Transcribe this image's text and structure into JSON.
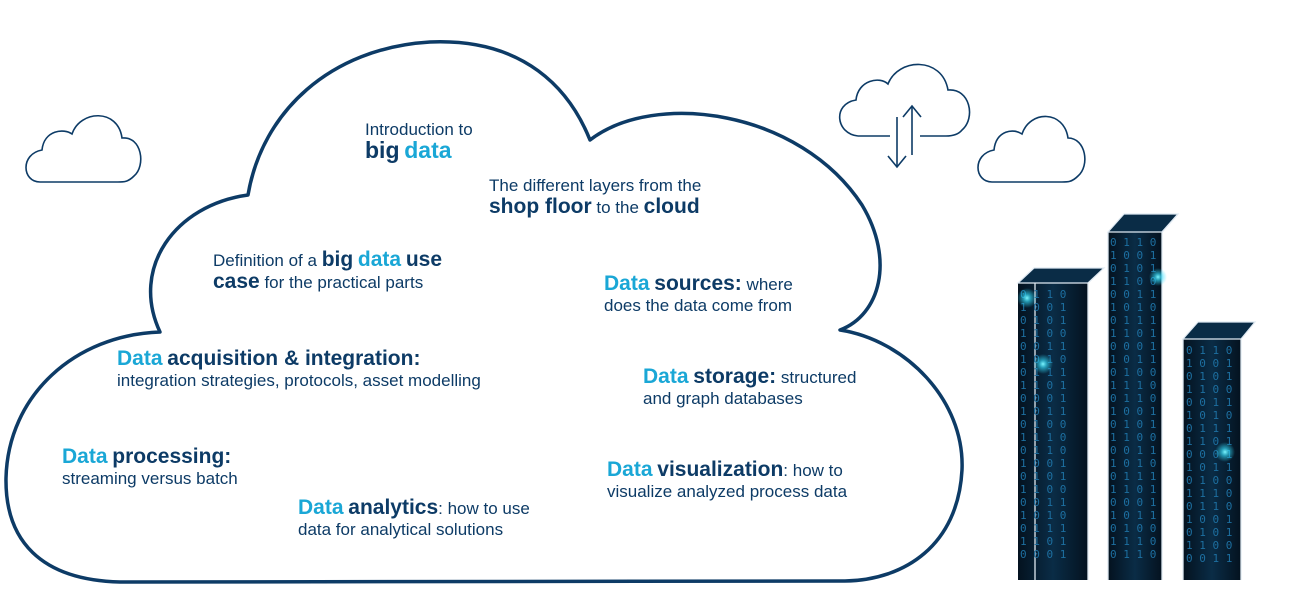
{
  "colors": {
    "outline": "#0d3b66",
    "dark_text": "#0d3b66",
    "light_accent": "#1aa7d6",
    "tower_bg": "#061d2e",
    "binary": "#1d6fa0",
    "glow": "#33e0ff"
  },
  "icons": [
    "cloud-icon",
    "cloud-upload-download-icon",
    "data-tower-icon"
  ],
  "items": {
    "intro": {
      "line1": "Introduction to",
      "bold_dark": "big",
      "bold_light": "data"
    },
    "layers": {
      "line1": "The different layers from the",
      "bold1": "shop floor",
      "mid": "to the",
      "bold2": "cloud"
    },
    "definition": {
      "pre": "Definition of a",
      "b1": "big",
      "b2": "data",
      "b3": "use",
      "b4": "case",
      "post": "for the practical parts"
    },
    "sources": {
      "light": "Data",
      "dark": "sources:",
      "rest1": "where",
      "rest2": "does the data come from"
    },
    "acquisition": {
      "light": "Data",
      "dark": "acquisition & integration:",
      "rest": "integration strategies, protocols, asset modelling"
    },
    "storage": {
      "light": "Data",
      "dark": "storage:",
      "rest1": "structured",
      "rest2": "and graph databases"
    },
    "processing": {
      "light": "Data",
      "dark": "processing:",
      "rest": "streaming versus batch"
    },
    "visualization": {
      "light": "Data",
      "dark": "visualization",
      "rest1": ": how to",
      "rest2": "visualize analyzed process data"
    },
    "analytics": {
      "light": "Data",
      "dark": "analytics",
      "rest1": ": how to use",
      "rest2": "data for analytical solutions"
    }
  },
  "towers": {
    "binary_rows": [
      "0 1 1 0",
      "1 0 0 1",
      "0 1 0 1",
      "1 1 0 0",
      "0 0 1 1",
      "1 0 1 0",
      "0 1 1 1",
      "1 1 0 1",
      "0 0 0 1",
      "1 0 1 1",
      "0 1 0 0",
      "1 1 1 0"
    ]
  }
}
